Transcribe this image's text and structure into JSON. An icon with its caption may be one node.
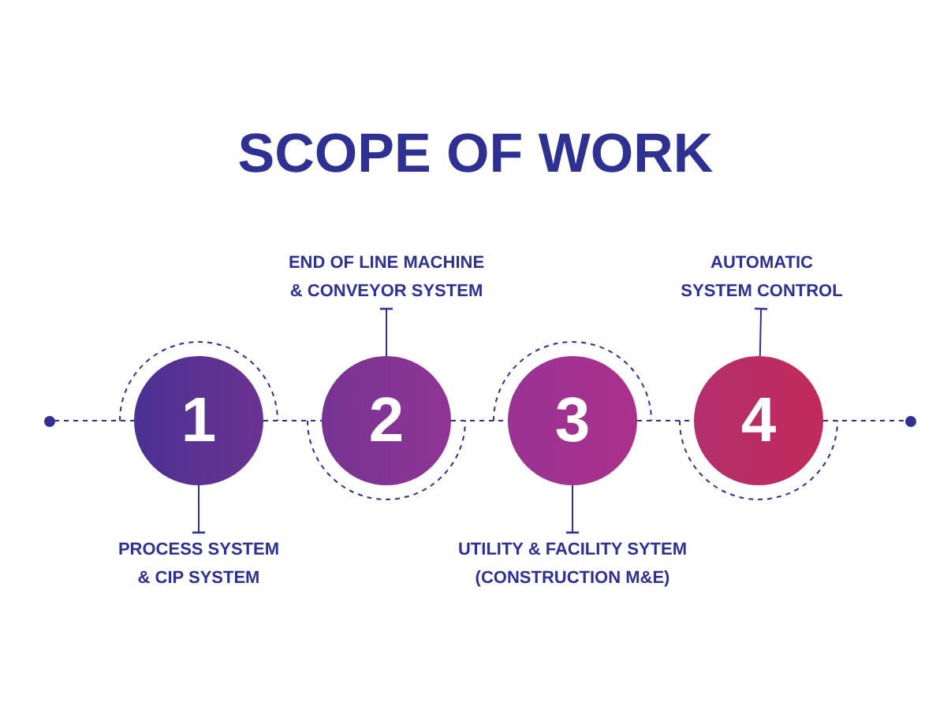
{
  "diagram": {
    "title": "SCOPE OF WORK",
    "nodes": [
      {
        "text": [],
        "shape": "circle"
      },
      {
        "text": [
          "1"
        ]
      },
      {
        "text": [
          "2"
        ]
      },
      {
        "text": [
          "3"
        ]
      },
      {
        "text": [
          "4"
        ]
      },
      {
        "text": [],
        "shape": "circle"
      },
      {
        "text": [
          "END OF LINE MACHINE & CONVEYOR SYSTEM"
        ]
      },
      {
        "text": [
          "AUTOMATIC SYSTEM CONTROL"
        ]
      },
      {
        "text": [
          "PROCESS SYSTEM & CIP SYSTEM"
        ]
      },
      {
        "text": [
          "UTILITY & FACILITY SYTEM (CONSTRUCTION M&E)"
        ]
      }
    ],
    "edges": [
      {
        "from": 0,
        "to": 1,
        "arrow": "none",
        "style": "dashed"
      },
      {
        "from": 1,
        "to": 2,
        "arrow": "none",
        "style": "dashed"
      },
      {
        "from": 2,
        "to": 3,
        "arrow": "none",
        "style": "dashed"
      },
      {
        "from": 3,
        "to": 4,
        "arrow": "none",
        "style": "dashed"
      },
      {
        "from": 4,
        "to": 5,
        "arrow": "none",
        "style": "dashed"
      },
      {
        "from": 6,
        "to": 2,
        "arrow": "other"
      },
      {
        "from": 7,
        "to": 4,
        "arrow": "other"
      },
      {
        "from": 8,
        "to": 1,
        "arrow": "other"
      },
      {
        "from": 9,
        "to": 3,
        "arrow": "other"
      }
    ]
  }
}
